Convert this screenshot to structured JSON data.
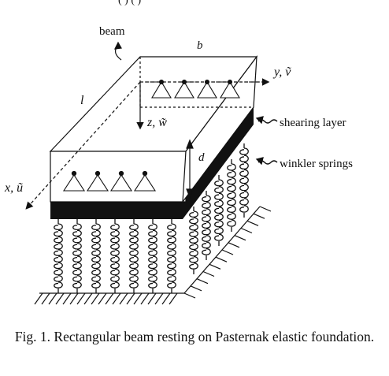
{
  "labels": {
    "beam": "beam",
    "b": "b",
    "l": "l",
    "d": "d",
    "y_axis": "y, ṽ",
    "z_axis": "z, w̃",
    "x_axis": "x, ũ",
    "shearing_layer": "shearing layer",
    "winkler_springs": "winkler springs",
    "top_partial": "( )  ( )"
  },
  "caption": "Fig. 1. Rectangular beam resting on Pasternak elastic foundation."
}
